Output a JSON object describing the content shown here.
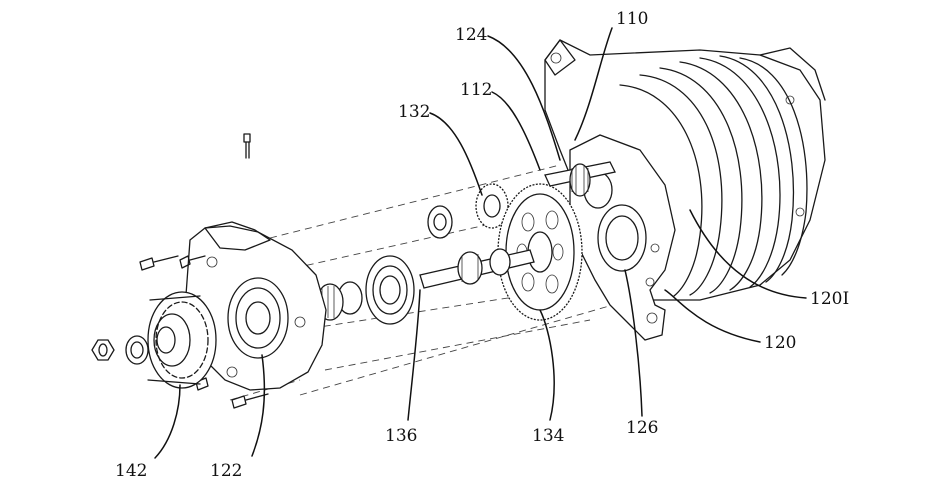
{
  "labels": {
    "ref_110": "110",
    "ref_112": "112",
    "ref_124": "124",
    "ref_132": "132",
    "ref_120I": "120I",
    "ref_120": "120",
    "ref_126": "126",
    "ref_134": "134",
    "ref_136": "136",
    "ref_122": "122",
    "ref_142": "142"
  },
  "colors": {
    "line": "#1a1a1a",
    "background": "#ffffff"
  }
}
